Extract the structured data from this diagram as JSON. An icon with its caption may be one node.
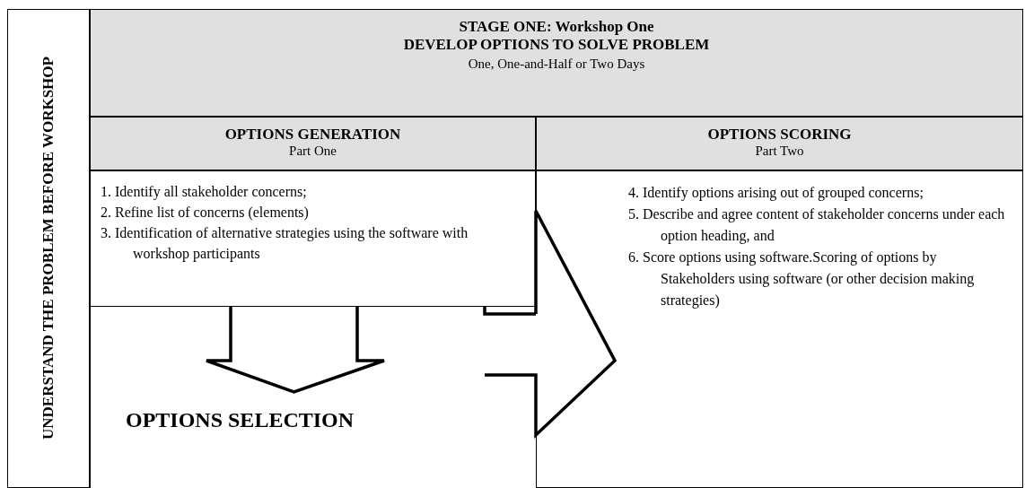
{
  "diagram": {
    "nodes": [
      {
        "text": [
          "UNDERSTAND THE PROBLEM BEFORE WORKSHOP"
        ]
      },
      {
        "text": [
          "STAGE ONE: Workshop One",
          "DEVELOP OPTIONS TO SOLVE PROBLEM",
          "One, One-and-Half or Two Days"
        ]
      },
      {
        "text": [
          "OPTIONS GENERATION",
          "Part One"
        ]
      },
      {
        "text": [
          "OPTIONS SCORING",
          "Part Two"
        ]
      },
      {
        "text": [
          "1. Identify all stakeholder concerns;",
          "2. Refine list of concerns (elements)",
          "3. Identification of alternative strategies using the software with workshop participants"
        ]
      },
      {
        "text": [
          "OPTIONS SELECTION"
        ]
      },
      {
        "text": [
          "4. Identify options arising out of grouped concerns;",
          "5. Describe and agree content of stakeholder concerns under each option heading, and",
          "6. Score options using software.Scoring of options by Stakeholders using software (or other decision making strategies)"
        ]
      }
    ],
    "edges": [
      {
        "from": 4,
        "to": 5,
        "arrow": "to"
      },
      {
        "from": 4,
        "to": 6,
        "arrow": "to"
      }
    ]
  }
}
